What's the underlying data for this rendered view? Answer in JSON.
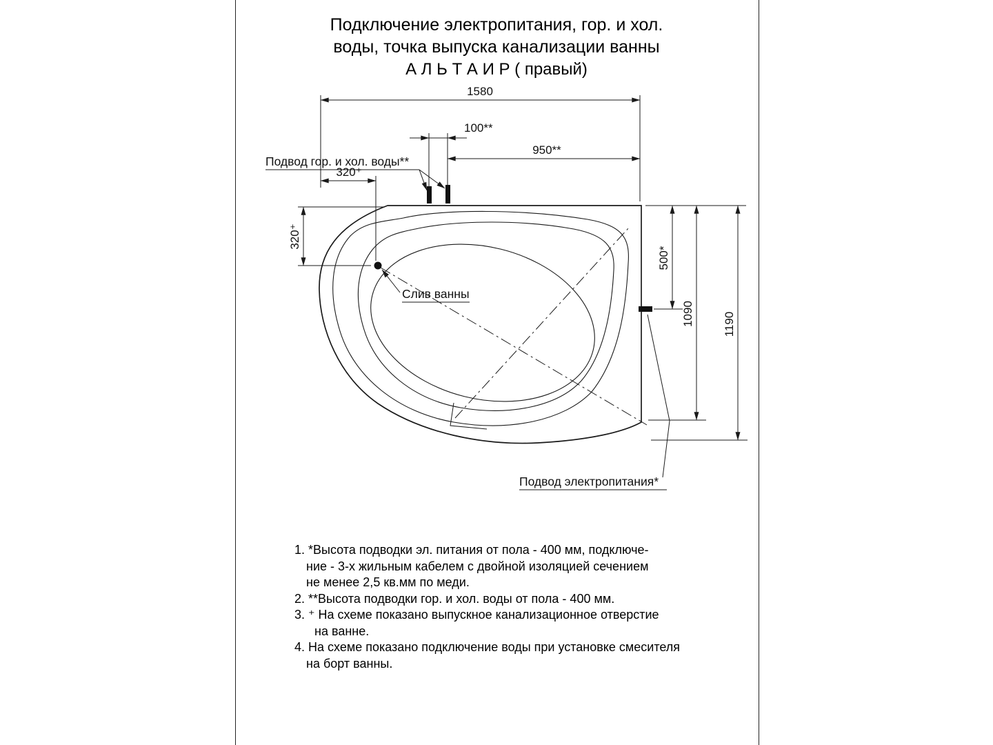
{
  "page": {
    "title_line1": "Подключение электропитания, гор. и хол.",
    "title_line2": "воды, точка выпуска канализации ванны",
    "title_line3": "А Л Ь Т А И Р   ( правый)"
  },
  "drawing": {
    "dims": {
      "d1580": "1580",
      "d100": "100**",
      "d950": "950**",
      "d320h": "320⁺",
      "d320v": "320⁺",
      "d500": "500*",
      "d1090": "1090",
      "d1190": "1190"
    },
    "labels": {
      "water": "Подвод гор. и хол. воды**",
      "drain": "Слив ванны",
      "power": "Подвод электропитания*"
    }
  },
  "notes": {
    "items": [
      {
        "lines": [
          "1. *Высота подводки эл. питания от пола - 400 мм, подключе-",
          "ние - 3-х жильным кабелем с двойной изоляцией сечением",
          "не менее 2,5 кв.мм по меди."
        ]
      },
      {
        "lines": [
          "2. **Высота подводки гор. и хол. воды от пола - 400 мм."
        ]
      },
      {
        "lines": [
          "3. ⁺ На схеме показано выпускное канализационное отверстие",
          "на ванне."
        ]
      },
      {
        "lines": [
          "4. На схеме показано подключение воды при установке смесителя",
          "на борт ванны."
        ]
      }
    ]
  }
}
